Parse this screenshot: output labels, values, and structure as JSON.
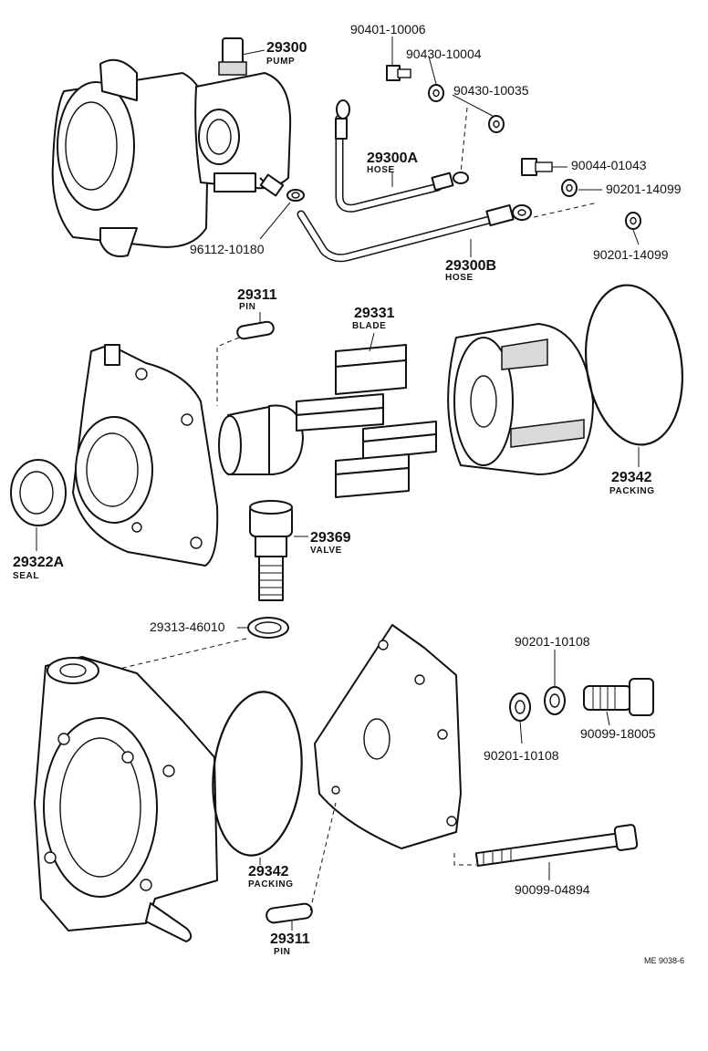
{
  "labels": {
    "p29300": {
      "number": "29300",
      "name": "PUMP"
    },
    "p90401_10006": {
      "number": "90401-10006"
    },
    "p90430_10004": {
      "number": "90430-10004"
    },
    "p90430_10035": {
      "number": "90430-10035"
    },
    "p29300A": {
      "number": "29300A",
      "name": "HOSE"
    },
    "p90044_01043": {
      "number": "90044-01043"
    },
    "p90201_14099_a": {
      "number": "90201-14099"
    },
    "p90201_14099_b": {
      "number": "90201-14099"
    },
    "p96112_10180": {
      "number": "96112-10180"
    },
    "p29300B": {
      "number": "29300B",
      "name": "HOSE"
    },
    "p29311_top": {
      "number": "29311",
      "name": "PIN"
    },
    "p29331": {
      "number": "29331",
      "name": "BLADE"
    },
    "p29342_top": {
      "number": "29342",
      "name": "PACKING"
    },
    "p29322A": {
      "number": "29322A",
      "name": "SEAL"
    },
    "p29369": {
      "number": "29369",
      "name": "VALVE"
    },
    "p29313_46010": {
      "number": "29313-46010"
    },
    "p90201_10108_top": {
      "number": "90201-10108"
    },
    "p90201_10108_bot": {
      "number": "90201-10108"
    },
    "p90099_18005": {
      "number": "90099-18005"
    },
    "p29342_bot": {
      "number": "29342",
      "name": "PACKING"
    },
    "p90099_04894": {
      "number": "90099-04894"
    },
    "p29311_bot": {
      "number": "29311",
      "name": "PIN"
    }
  },
  "drawing_code": "ME 9038-6"
}
